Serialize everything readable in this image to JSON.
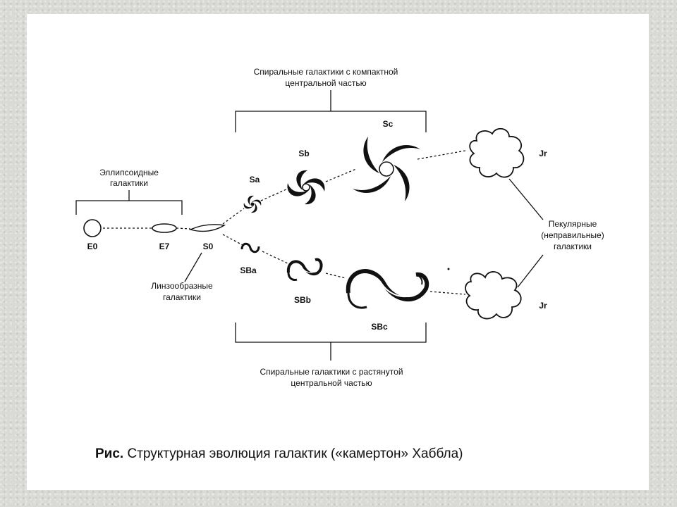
{
  "groups": {
    "elliptical": [
      "Эллипсоидные",
      "галактики"
    ],
    "lenticular": [
      "Линзообразные",
      "галактики"
    ],
    "spiral_compact": [
      "Спиральные галактики с компактной",
      "центральной  частью"
    ],
    "spiral_barred": [
      "Спиральные галактики с растянутой",
      "центральной  частью"
    ],
    "peculiar": [
      "Пекулярные",
      "(неправильные)",
      "галактики"
    ]
  },
  "types": {
    "e0": "E0",
    "e7": "E7",
    "s0": "S0",
    "sa": "Sa",
    "sb": "Sb",
    "sc": "Sc",
    "sba": "SBa",
    "sbb": "SBb",
    "sbc": "SBc",
    "jr_top": "Jr",
    "jr_bottom": "Jr"
  },
  "caption": {
    "prefix": "Рис.",
    "text": "Структурная эволюция галактик («камертон» Хаббла)"
  },
  "colors": {
    "ink": "#111111",
    "paper": "#ffffff",
    "frame": "#d9d9d6"
  }
}
